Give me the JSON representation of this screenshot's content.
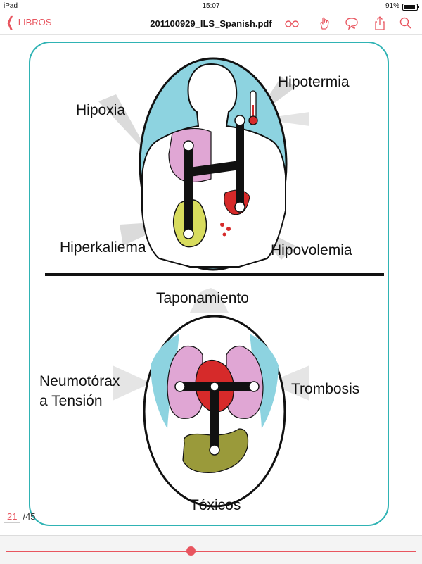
{
  "status_bar": {
    "device": "iPad",
    "time": "15:07",
    "battery": "91%",
    "battery_level": 0.91
  },
  "toolbar": {
    "back_label": "LIBROS",
    "title": "201100929_ILS_Spanish.pdf",
    "icons": [
      "reading-glasses-icon",
      "hand-pointer-icon",
      "chat-bubble-icon",
      "share-icon",
      "search-icon"
    ]
  },
  "figure": {
    "top_labels": {
      "hypoxia": "Hipoxia",
      "hypothermia": "Hipotermia",
      "hyperkalemia": "Hiperkaliema",
      "hypovolemia": "Hipovolemia"
    },
    "bottom_labels": {
      "tamponade": "Taponamiento",
      "pneumothorax_line1": "Neumotórax",
      "pneumothorax_line2": "a Tensión",
      "thrombosis": "Trombosis",
      "toxins": "Tóxicos"
    }
  },
  "pagination": {
    "current": "21",
    "total": "/45",
    "progress": 0.45
  },
  "colors": {
    "accent": "#e8555f",
    "frame": "#2fb3b4",
    "oval_fill": "#8dd3e0",
    "lung": "#e0a6d4",
    "heart": "#d62a2a",
    "organ_green": "#9a9a3a"
  }
}
